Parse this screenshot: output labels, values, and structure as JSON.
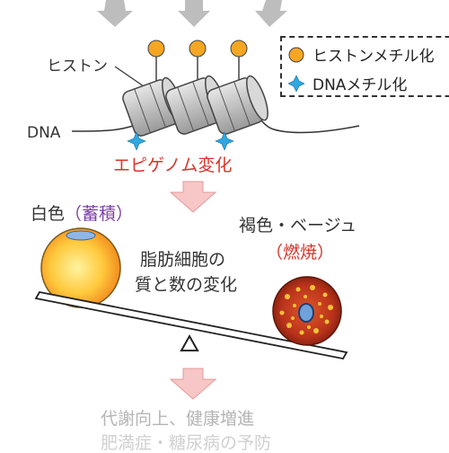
{
  "labels": {
    "histone": "ヒストン",
    "dna": "DNA",
    "epigenome_change": "エピゲノム変化",
    "white": "白色",
    "white_sub": "（蓄積）",
    "brown": "褐色・ベージュ",
    "brown_sub": "（燃焼）",
    "center_line1": "脂肪細胞の",
    "center_line2": "質と数の変化",
    "outcome_line1": "代謝向上、健康増進",
    "outcome_line2": "肥満症・糖尿病の予防"
  },
  "legend": {
    "histone_methylation": "ヒストンメチル化",
    "dna_methylation": "DNAメチル化"
  },
  "colors": {
    "orange_mark": "#F5A623",
    "blue_mark": "#2FA7E0",
    "red_text": "#D9342B",
    "purple_text": "#7B3FA0",
    "arrow_pink": "#F7C6C6"
  }
}
